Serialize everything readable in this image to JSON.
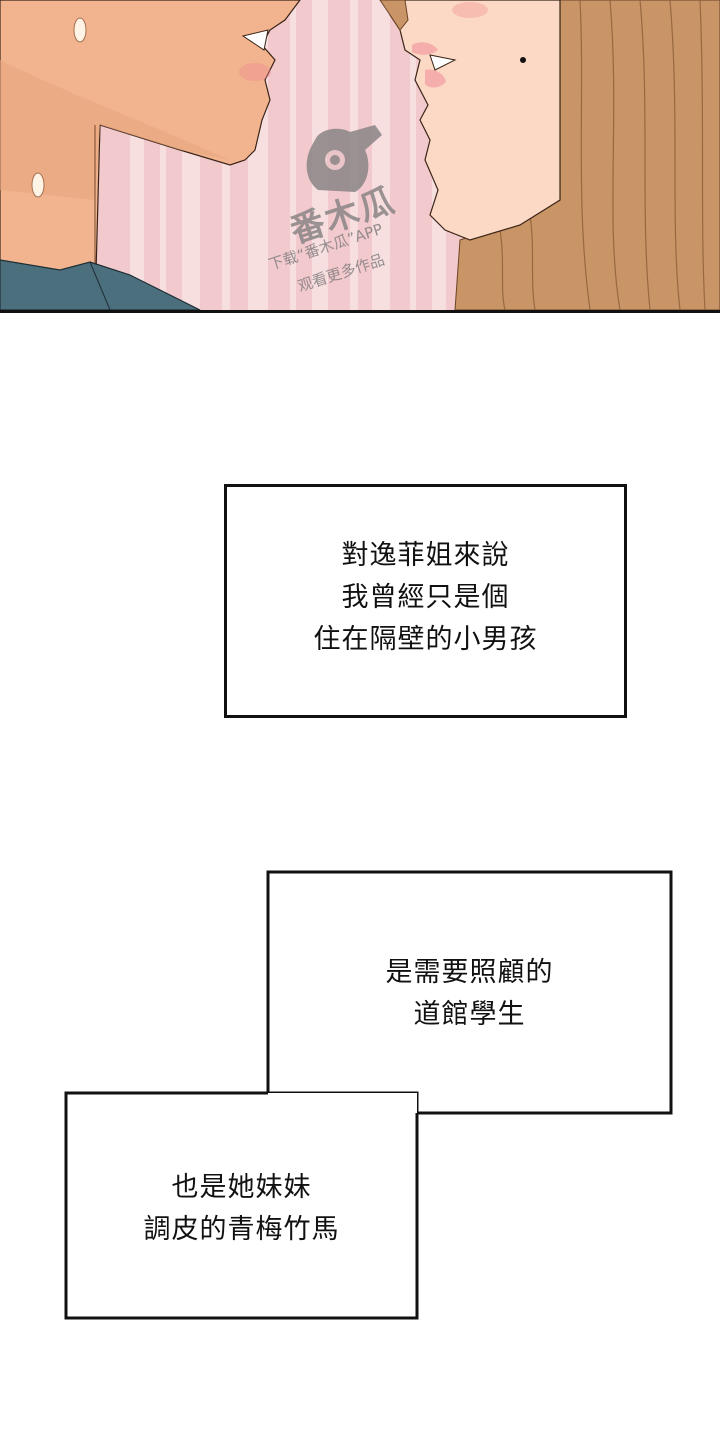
{
  "top_panel": {
    "description": "Close-up of a man and a woman about to kiss, pink striped background",
    "watermark": {
      "logo_text": "番木瓜",
      "line1": "下载“番木瓜”APP",
      "line2": "观看更多作品"
    },
    "colors": {
      "background_pink": "#f2c9cc",
      "stripe_light": "#f8e2e3",
      "skin_man": "#f1b48e",
      "skin_man_shadow": "#e19a74",
      "skin_woman": "#fbd9c4",
      "hair_woman": "#c99466",
      "shirt_man": "#4c6f7d",
      "watermark_gray": "#8a8486"
    }
  },
  "captions": [
    {
      "id": "caption-1",
      "lines": [
        "對逸菲姐來說",
        "我曾經只是個",
        "住在隔壁的小男孩"
      ]
    },
    {
      "id": "caption-2",
      "lines": [
        "是需要照顧的",
        "道館學生"
      ]
    },
    {
      "id": "caption-3",
      "lines": [
        "也是她妹妹",
        "調皮的青梅竹馬"
      ]
    }
  ]
}
